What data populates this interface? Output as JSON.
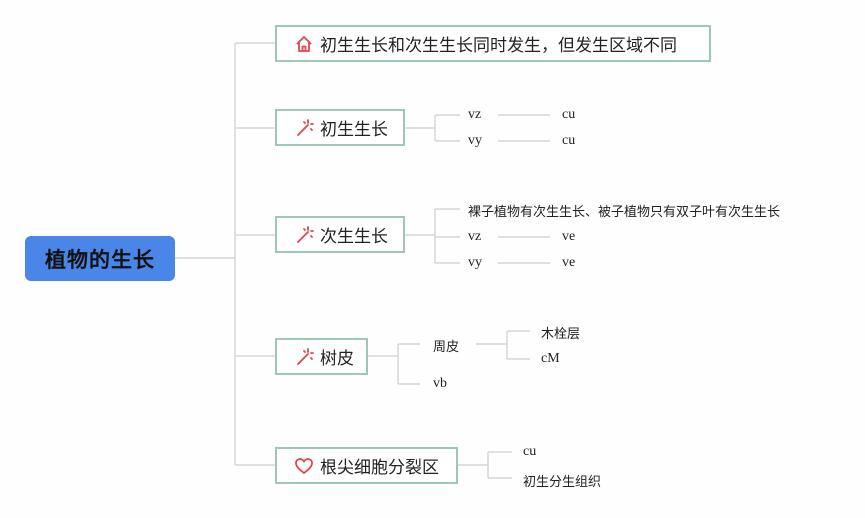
{
  "root": "植物的生长",
  "branches": [
    {
      "label": "初生生长和次生生长同时发生，但发生区域不同",
      "icon": "house-icon"
    },
    {
      "label": "初生生长",
      "icon": "sparkle-icon",
      "pairs": [
        {
          "key": "vz",
          "value": "cu"
        },
        {
          "key": "vy",
          "value": "cu"
        }
      ]
    },
    {
      "label": "次生生长",
      "icon": "sparkle-icon",
      "note": "裸子植物有次生生长、被子植物只有双子叶有次生生长",
      "pairs": [
        {
          "key": "vz",
          "value": "ve"
        },
        {
          "key": "vy",
          "value": "ve"
        }
      ]
    },
    {
      "label": "树皮",
      "icon": "sparkle-icon",
      "sub": {
        "label": "周皮",
        "children": [
          "木栓层",
          "cM"
        ]
      },
      "extra": "vb"
    },
    {
      "label": "根尖细胞分裂区",
      "icon": "heart-icon",
      "children": [
        "cu",
        "初生分生组织"
      ]
    }
  ],
  "colors": {
    "root": "#4a86e8",
    "border": "#9cc8b4",
    "line": "#d4d4d4",
    "icon": "#e0454f"
  }
}
